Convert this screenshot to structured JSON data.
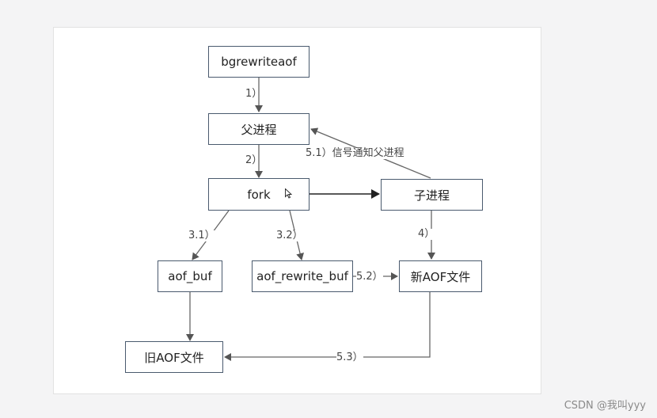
{
  "diagram": {
    "nodes": {
      "bgrewriteaof": "bgrewriteaof",
      "parent": "父进程",
      "fork": "fork",
      "child": "子进程",
      "aof_buf": "aof_buf",
      "aof_rewrite_buf": "aof_rewrite_buf",
      "new_aof": "新AOF文件",
      "old_aof": "旧AOF文件"
    },
    "edge_labels": {
      "step1": "1）",
      "step2": "2）",
      "step3_1": "3.1）",
      "step3_2": "3.2）",
      "step4": "4）",
      "step5_1": "5.1）信号通知父进程",
      "step5_2": "5.2）",
      "step5_3": "5.3）"
    }
  },
  "watermark": "CSDN @我叫yyy"
}
